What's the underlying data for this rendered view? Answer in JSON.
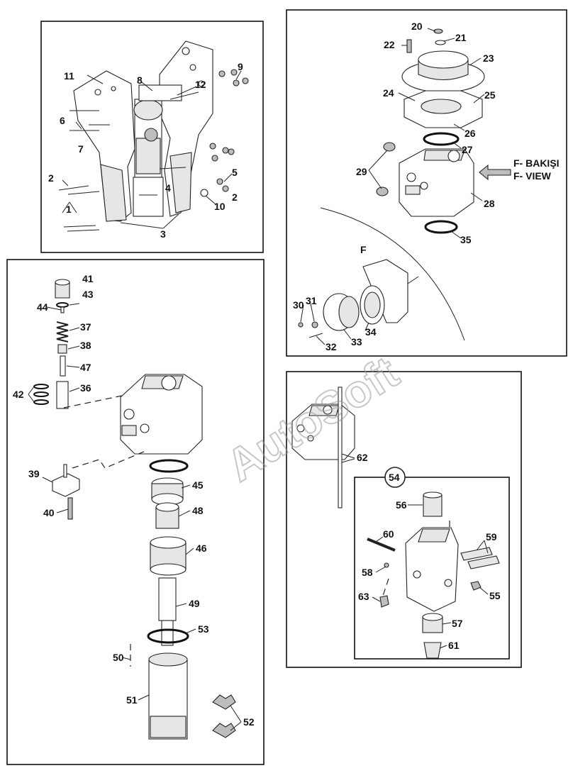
{
  "view_label": {
    "line1": "F- BAKIŞI",
    "line2": "F- VIEW"
  },
  "detail_label": "F",
  "group_label": "54",
  "watermark": "AutoSoft",
  "callouts": {
    "n1": "1",
    "n2": "2",
    "n2b": "2",
    "n3": "3",
    "n4": "4",
    "n5": "5",
    "n6": "6",
    "n7": "7",
    "n8": "8",
    "n9": "9",
    "n10": "10",
    "n11": "11",
    "n12": "12",
    "n20": "20",
    "n21": "21",
    "n22": "22",
    "n23": "23",
    "n24": "24",
    "n25": "25",
    "n26": "26",
    "n27": "27",
    "n28": "28",
    "n29": "29",
    "n30": "30",
    "n31": "31",
    "n32": "32",
    "n33": "33",
    "n34": "34",
    "n35": "35",
    "n36": "36",
    "n37": "37",
    "n38": "38",
    "n39": "39",
    "n40": "40",
    "n41": "41",
    "n42": "42",
    "n43": "43",
    "n44": "44",
    "n45": "45",
    "n46": "46",
    "n47": "47",
    "n48": "48",
    "n49": "49",
    "n50": "50",
    "n51": "51",
    "n52": "52",
    "n53": "53",
    "n55": "55",
    "n56": "56",
    "n57": "57",
    "n58": "58",
    "n59": "59",
    "n60": "60",
    "n61": "61",
    "n62": "62",
    "n63": "63"
  }
}
